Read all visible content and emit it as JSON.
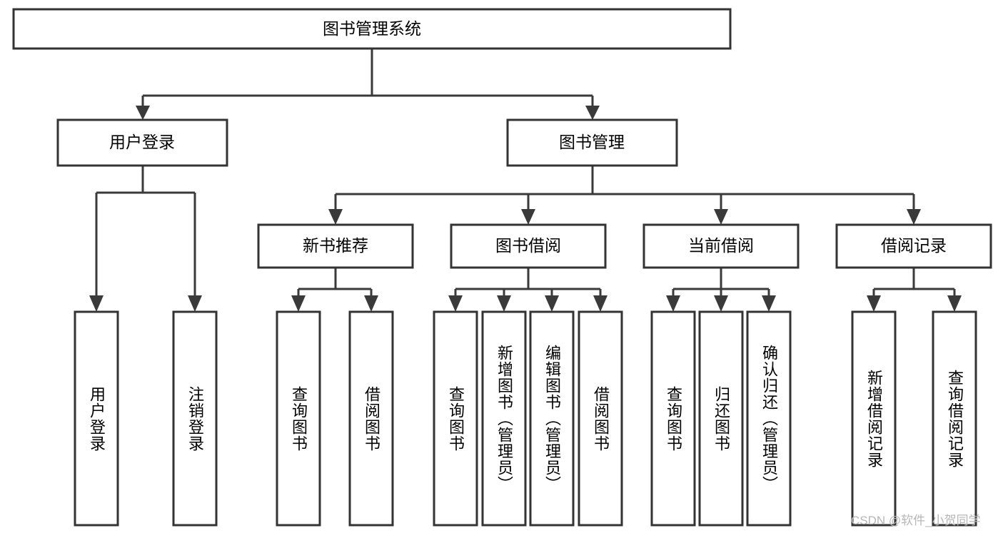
{
  "diagram": {
    "title_node": {
      "label": "图书管理系统"
    },
    "level1": [
      {
        "id": "user-login",
        "label": "用户登录"
      },
      {
        "id": "book-management",
        "label": "图书管理"
      }
    ],
    "level2": [
      {
        "id": "new-book-recommend",
        "label": "新书推荐"
      },
      {
        "id": "book-borrow",
        "label": "图书借阅"
      },
      {
        "id": "current-borrow",
        "label": "当前借阅"
      },
      {
        "id": "borrow-record",
        "label": "借阅记录"
      }
    ],
    "leaves": [
      {
        "id": "leaf-user-login",
        "label": "用户登录",
        "parent": "user-login"
      },
      {
        "id": "leaf-logout-login",
        "label": "注销登录",
        "parent": "user-login"
      },
      {
        "id": "leaf-query-book-1",
        "label": "查询图书",
        "parent": "new-book-recommend"
      },
      {
        "id": "leaf-borrow-book-1",
        "label": "借阅图书",
        "parent": "new-book-recommend"
      },
      {
        "id": "leaf-query-book-2",
        "label": "查询图书",
        "parent": "book-borrow"
      },
      {
        "id": "leaf-add-book-admin",
        "label": "新增图书（管理员）",
        "parent": "book-borrow"
      },
      {
        "id": "leaf-edit-book-admin",
        "label": "编辑图书（管理员）",
        "parent": "book-borrow"
      },
      {
        "id": "leaf-borrow-book-2",
        "label": "借阅图书",
        "parent": "book-borrow"
      },
      {
        "id": "leaf-query-book-3",
        "label": "查询图书",
        "parent": "current-borrow"
      },
      {
        "id": "leaf-return-book",
        "label": "归还图书",
        "parent": "current-borrow"
      },
      {
        "id": "leaf-confirm-return-admin",
        "label": "确认归还（管理员）",
        "parent": "current-borrow"
      },
      {
        "id": "leaf-add-borrow-record",
        "label": "新增借阅记录",
        "parent": "borrow-record"
      },
      {
        "id": "leaf-query-borrow-record",
        "label": "查询借阅记录",
        "parent": "borrow-record"
      }
    ],
    "watermark": {
      "text": "CSDN @软件_小贺同学"
    },
    "colors": {
      "box_stroke": "#333333",
      "connector": "#3a3a3a",
      "background": "#ffffff",
      "text": "#000000",
      "watermark": "#b7b7b7"
    }
  }
}
